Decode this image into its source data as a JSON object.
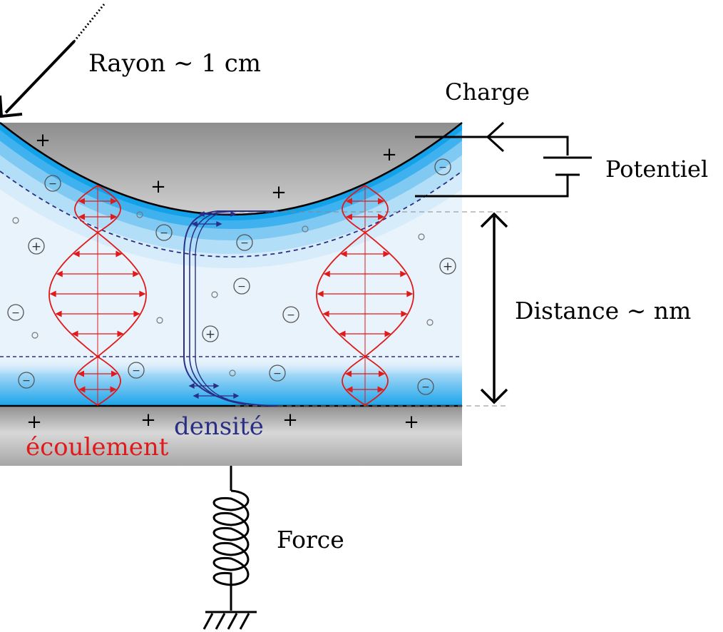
{
  "labels": {
    "rayon": "Rayon ∼ 1 cm",
    "charge": "Charge",
    "potentiel": "Potentiel",
    "distance": "Distance ∼ nm",
    "densite": "densité",
    "ecoulement": "écoulement",
    "force": "Force"
  },
  "symbols": {
    "plus": "+",
    "ion_minus": "−",
    "ion_plus": "+"
  },
  "colors": {
    "flow": "#e01a1a",
    "density": "#2a2f86",
    "liquid": "#e8f3fc",
    "double_layer": "#19a6ec",
    "solid_top": "#8e8e8e",
    "solid_bottom": "#9e9e9e"
  }
}
